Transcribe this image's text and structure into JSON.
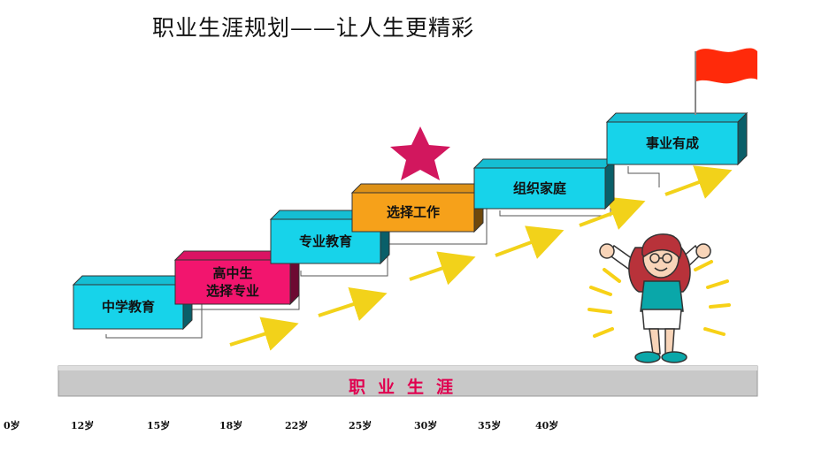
{
  "title": "职业生涯规划——让人生更精彩",
  "steps": [
    {
      "lines": [
        "中学教育"
      ],
      "color": "#17d3ea"
    },
    {
      "lines": [
        "高中生",
        "选择专业"
      ],
      "color": "#f2156e"
    },
    {
      "lines": [
        "专业教育"
      ],
      "color": "#17d3ea"
    },
    {
      "lines": [
        "选择工作"
      ],
      "color": "#f6a11a"
    },
    {
      "lines": [
        "组织家庭"
      ],
      "color": "#17d3ea"
    },
    {
      "lines": [
        "事业有成"
      ],
      "color": "#17d3ea"
    }
  ],
  "base_bar": {
    "label": "职业生涯",
    "color": "#c8c8c8"
  },
  "ages": [
    "0岁",
    "12岁",
    "15岁",
    "18岁",
    "22岁",
    "25岁",
    "30岁",
    "35岁",
    "40岁"
  ],
  "colors": {
    "arrow": "#f2d21a",
    "star": "#d2175e",
    "flag": "#ff2a0a",
    "figure_accent": "#0aa7a9"
  },
  "icons": [
    "star-icon",
    "flag-icon",
    "cheering-woman-illustration"
  ]
}
